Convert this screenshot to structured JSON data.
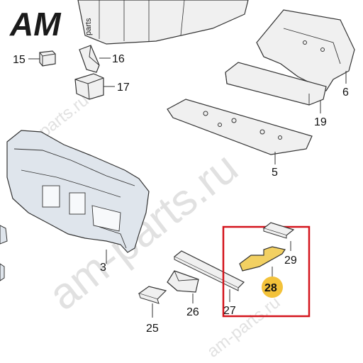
{
  "logo": {
    "main": "AM",
    "sub": "parts"
  },
  "watermark": {
    "line1": "am-parts.ru",
    "line2": "am-parts.ru",
    "line3": "am-parts.ru"
  },
  "callouts": {
    "c15": "15",
    "c16": "16",
    "c17": "17",
    "c6": "6",
    "c19": "19",
    "c5": "5",
    "c3": "3",
    "c29": "29",
    "c28": "28",
    "c26": "26",
    "c27": "27",
    "c25": "25"
  },
  "colors": {
    "part_fill": "#f0f0f0",
    "part_stroke": "#333333",
    "highlight_part": "#f2d062",
    "highlight_badge": "#f3c23a",
    "frame_red": "#d4141c"
  }
}
